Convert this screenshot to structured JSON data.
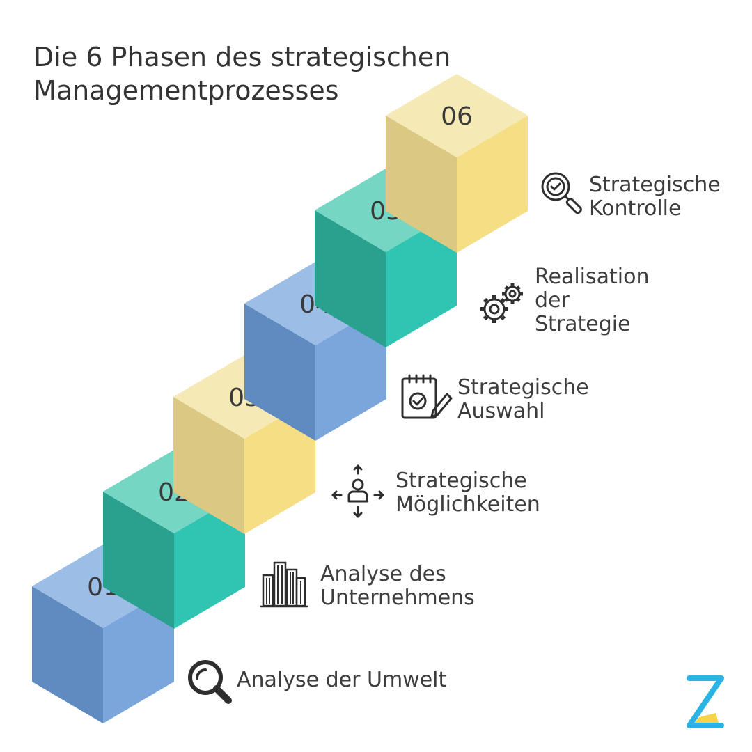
{
  "title": {
    "line1": "Die 6 Phasen des strategischen",
    "line2": "Managementprozesses"
  },
  "steps": [
    {
      "number": "01",
      "label_lines": [
        "Analyse der Umwelt"
      ],
      "icon": "magnifier-icon",
      "color": "blue"
    },
    {
      "number": "02",
      "label_lines": [
        "Analyse des",
        "Unternehmens"
      ],
      "icon": "buildings-icon",
      "color": "teal"
    },
    {
      "number": "03",
      "label_lines": [
        "Strategische",
        "Möglichkeiten"
      ],
      "icon": "person-arrows-icon",
      "color": "yellow"
    },
    {
      "number": "04",
      "label_lines": [
        "Strategische",
        "Auswahl"
      ],
      "icon": "checklist-pencil-icon",
      "color": "blue"
    },
    {
      "number": "05",
      "label_lines": [
        "Realisation",
        "der",
        "Strategie"
      ],
      "icon": "gears-icon",
      "color": "teal"
    },
    {
      "number": "06",
      "label_lines": [
        "Strategische",
        "Kontrolle"
      ],
      "icon": "check-magnifier-icon",
      "color": "yellow"
    }
  ],
  "colors": {
    "blue": {
      "top": "#9bbde6",
      "left": "#5f8bc0",
      "right": "#7aa6dc"
    },
    "teal": {
      "top": "#74d6c3",
      "left": "#2aa08f",
      "right": "#30c4b2"
    },
    "yellow": {
      "top": "#f5eab5",
      "left": "#dbc882",
      "right": "#f5de84"
    },
    "number_text": "#3a3a3a",
    "logo_blue": "#2bb3e6",
    "logo_yellow": "#f6d34a"
  }
}
